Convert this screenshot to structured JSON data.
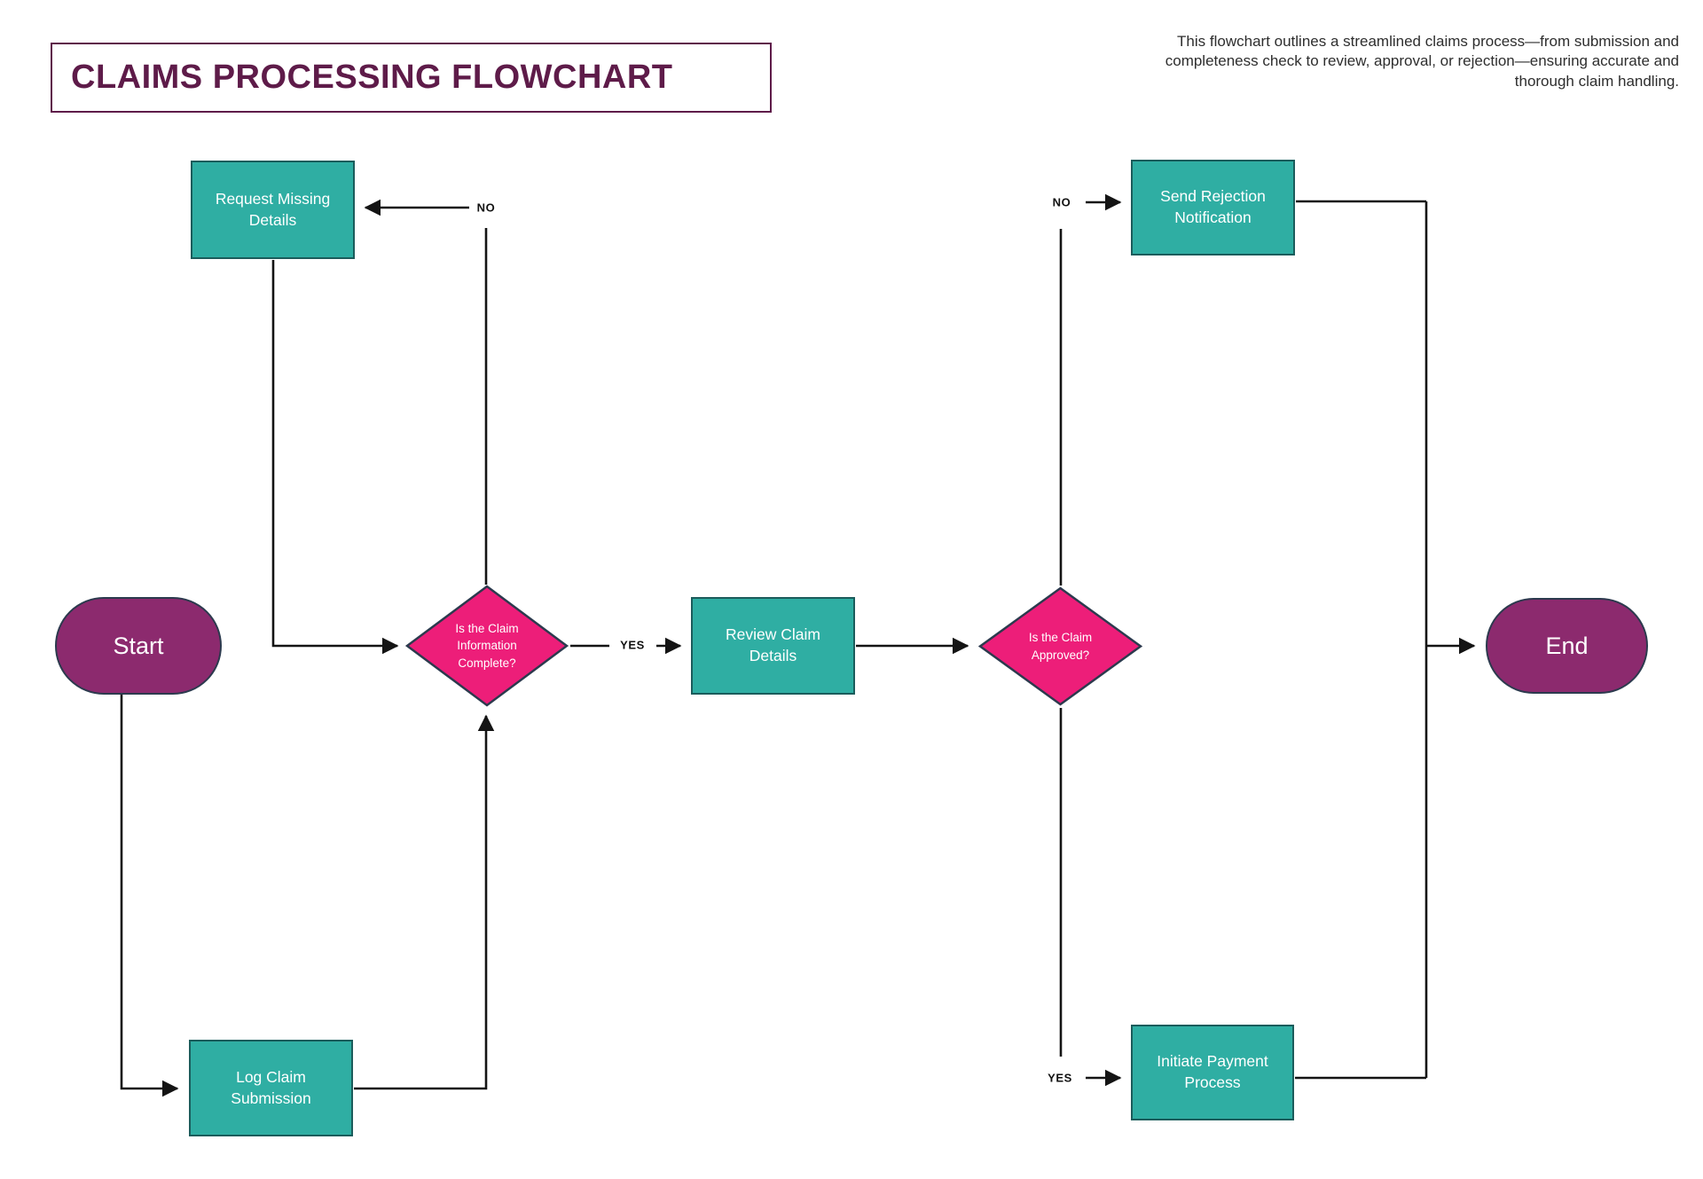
{
  "header": {
    "title": "CLAIMS PROCESSING FLOWCHART",
    "description_lines": [
      "This flowchart outlines a streamlined claims process—from submission and",
      "completeness check to review, approval, or rejection—ensuring accurate and",
      "thorough claim handling."
    ]
  },
  "nodes": {
    "start": {
      "label": "Start",
      "type": "terminator"
    },
    "log_claim": {
      "label": "Log Claim Submission",
      "type": "process"
    },
    "complete_check": {
      "label": "Is the Claim Information Complete?",
      "type": "decision"
    },
    "request_missing": {
      "label": "Request Missing Details",
      "type": "process"
    },
    "review": {
      "label": "Review Claim Details",
      "type": "process"
    },
    "approved_check": {
      "label": "Is the Claim Approved?",
      "type": "decision"
    },
    "send_rejection": {
      "label": "Send Rejection Notification",
      "type": "process"
    },
    "initiate_payment": {
      "label": "Initiate Payment Process",
      "type": "process"
    },
    "end": {
      "label": "End",
      "type": "terminator"
    }
  },
  "edge_labels": {
    "no_left": "NO",
    "yes_left": "YES",
    "no_right": "NO",
    "yes_right": "YES"
  },
  "colors": {
    "plum": "#5E1B49",
    "purple": "#8C2A6E",
    "teal": "#2FAEA3",
    "teal_border": "#1B5C5B",
    "pink": "#ED1E79",
    "node_border": "#2C3A4E",
    "line": "#141414",
    "text_dark": "#2E2E2E"
  }
}
